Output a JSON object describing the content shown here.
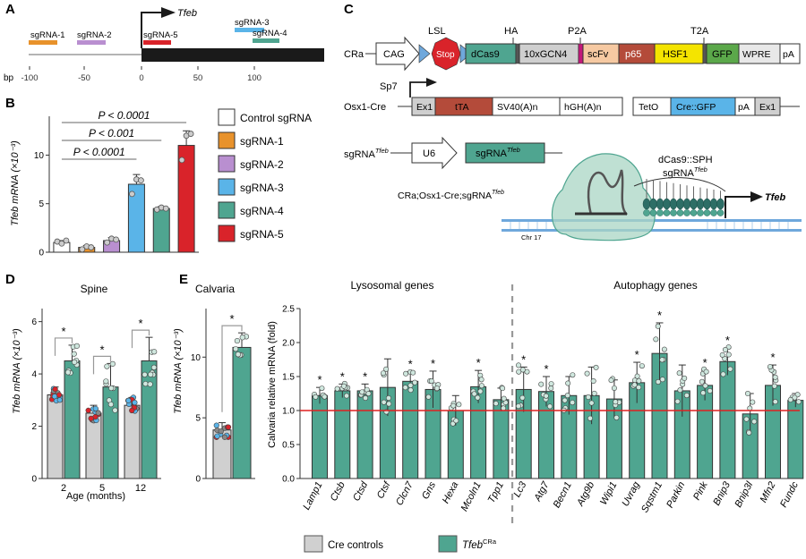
{
  "panels": {
    "A": {
      "letter": "A"
    },
    "B": {
      "letter": "B"
    },
    "C": {
      "letter": "C"
    },
    "D": {
      "letter": "D"
    },
    "E": {
      "letter": "E"
    }
  },
  "panelA": {
    "tss_label": "Tfeb",
    "bp_label": "bp",
    "ticks": [
      "-100",
      "-50",
      "0",
      "50",
      "100"
    ],
    "guides": [
      {
        "label": "sgRNA-1",
        "color": "#E8922B"
      },
      {
        "label": "sgRNA-2",
        "color": "#B98FD0"
      },
      {
        "label": "sgRNA-5",
        "color": "#D9232A"
      },
      {
        "label": "sgRNA-3",
        "color": "#5AB4E8"
      },
      {
        "label": "sgRNA-4",
        "color": "#4FA590"
      }
    ]
  },
  "panelB": {
    "legend": [
      {
        "label": "Control sgRNA",
        "color": "#FFFFFF"
      },
      {
        "label": "sgRNA-1",
        "color": "#E8922B"
      },
      {
        "label": "sgRNA-2",
        "color": "#B98FD0"
      },
      {
        "label": "sgRNA-3",
        "color": "#5AB4E8"
      },
      {
        "label": "sgRNA-4",
        "color": "#4FA590"
      },
      {
        "label": "sgRNA-5",
        "color": "#D9232A"
      }
    ],
    "pvals": [
      "P < 0.0001",
      "P < 0.001",
      "P < 0.0001"
    ]
  },
  "panelC": {
    "cra": {
      "name": "CRa",
      "labels_above": [
        "LSL",
        "HA",
        "P2A",
        "T2A"
      ],
      "boxes": [
        "CAG",
        "Stop",
        "dCas9",
        "10xGCN4",
        "scFv",
        "p65",
        "HSF1",
        "GFP",
        "WPRE",
        "pA"
      ]
    },
    "osx": {
      "name": "Osx1-Cre",
      "promoter": "Sp7",
      "boxes": [
        "Ex1",
        "tTA",
        "SV40(A)n",
        "hGH(A)n",
        "TetO",
        "Cre::GFP",
        "pA",
        "Ex1"
      ]
    },
    "sg": {
      "name": "sgRNA",
      "sup": "Tfeb",
      "boxes": [
        "U6",
        "sgRNA"
      ],
      "box_sup": "Tfeb"
    },
    "complex": {
      "cross": "CRa;Osx1-Cre;sgRNA",
      "cross_sup": "Tfeb",
      "dcas_label": "dCas9::SPH",
      "sg_label": "sgRNA",
      "sg_sup": "Tfeb",
      "gene": "Tfeb",
      "chr": "Chr 17"
    }
  },
  "panelD": {
    "title": "Spine",
    "xlabel": "Age (months)"
  },
  "panelE": {
    "title": "Calvaria",
    "lyso_title": "Lysosomal genes",
    "auto_title": "Autophagy genes"
  },
  "legend_bottom": [
    {
      "label": "Cre controls",
      "color": "#D0D0D0"
    },
    {
      "label": "Tfeb",
      "sup": "CRa",
      "color": "#4FA590"
    }
  ],
  "chart_data": [
    {
      "id": "B",
      "type": "bar",
      "categories": [
        "Control sgRNA",
        "sgRNA-1",
        "sgRNA-2",
        "sgRNA-3",
        "sgRNA-4",
        "sgRNA-5"
      ],
      "values": [
        1.0,
        0.5,
        1.2,
        7.0,
        4.5,
        11.0
      ],
      "errors": [
        0.2,
        0.2,
        0.3,
        1.0,
        0.2,
        1.5
      ],
      "colors": [
        "#FFFFFF",
        "#E8922B",
        "#B98FD0",
        "#5AB4E8",
        "#4FA590",
        "#D9232A"
      ],
      "points": [
        [
          1.1,
          0.9,
          1.2
        ],
        [
          0.3,
          0.6,
          0.5
        ],
        [
          1.0,
          1.4,
          1.3
        ],
        [
          6.0,
          7.5,
          7.4
        ],
        [
          4.4,
          4.6,
          4.5
        ],
        [
          9.5,
          12.0,
          12.2
        ]
      ],
      "ylabel": "Tfeb mRNA (×10⁻³)",
      "ylim": [
        0,
        14
      ],
      "yticks": [
        0,
        5,
        10
      ],
      "brackets": [
        {
          "from": 0,
          "to": 3,
          "label": "P < 0.0001"
        },
        {
          "from": 0,
          "to": 4,
          "label": "P < 0.001"
        },
        {
          "from": 0,
          "to": 5,
          "label": "P < 0.0001"
        }
      ]
    },
    {
      "id": "D",
      "type": "bar",
      "title": "Spine",
      "categories": [
        "2",
        "5",
        "12"
      ],
      "series": [
        {
          "name": "Cre controls",
          "values": [
            3.2,
            2.5,
            2.8
          ],
          "errors": [
            0.3,
            0.3,
            0.3
          ]
        },
        {
          "name": "TfebCRa",
          "values": [
            4.5,
            3.5,
            4.5
          ],
          "errors": [
            0.6,
            0.9,
            0.9
          ]
        }
      ],
      "xlabel": "Age (months)",
      "ylabel": "Tfeb mRNA (×10⁻³)",
      "ylim": [
        0,
        6.5
      ],
      "yticks": [
        0,
        2,
        4,
        6
      ],
      "significant": [
        "*",
        "*",
        "*"
      ]
    },
    {
      "id": "E-left",
      "type": "bar",
      "title": "Calvaria",
      "categories": [
        "Cre controls",
        "TfebCRa"
      ],
      "values": [
        4.0,
        10.8
      ],
      "errors": [
        0.6,
        1.2
      ],
      "ylabel": "Tfeb mRNA (×10⁻³)",
      "ylim": [
        0,
        14
      ],
      "yticks": [
        0,
        5,
        10
      ],
      "significant": [
        "*"
      ]
    },
    {
      "id": "E-right",
      "type": "bar",
      "categories": [
        "Lamp1",
        "Ctsb",
        "Ctsd",
        "Ctsf",
        "Clcn7",
        "Gns",
        "Hexa",
        "Mcoln1",
        "Tpp1",
        "Lc3",
        "Atg7",
        "Becn1",
        "Atg9b",
        "Wipi1",
        "Uvrag",
        "Sqstm1",
        "Parkin",
        "Pink",
        "Bnip3",
        "Bnip3l",
        "Mfn2",
        "Fundc"
      ],
      "groups": [
        {
          "title": "Lysosomal genes",
          "from": 0,
          "to": 8
        },
        {
          "title": "Autophagy genes",
          "from": 9,
          "to": 21
        }
      ],
      "values": [
        1.22,
        1.29,
        1.29,
        1.34,
        1.43,
        1.31,
        1.0,
        1.35,
        1.16,
        1.31,
        1.28,
        1.22,
        1.22,
        1.17,
        1.41,
        1.84,
        1.29,
        1.37,
        1.72,
        0.95,
        1.37,
        1.15
      ],
      "errors": [
        0.12,
        0.1,
        0.1,
        0.42,
        0.14,
        0.27,
        0.22,
        0.24,
        0.17,
        0.33,
        0.22,
        0.28,
        0.42,
        0.28,
        0.3,
        0.45,
        0.38,
        0.22,
        0.2,
        0.3,
        0.3,
        0.1
      ],
      "significant": [
        true,
        true,
        true,
        false,
        true,
        true,
        false,
        true,
        false,
        true,
        true,
        false,
        false,
        false,
        true,
        true,
        false,
        true,
        true,
        false,
        true,
        false
      ],
      "ylabel": "Calvaria relative mRNA (fold)",
      "ylim": [
        0,
        2.5
      ],
      "yticks": [
        0,
        0.5,
        1.0,
        1.5,
        2.0,
        2.5
      ],
      "reference_line": 1.0
    }
  ]
}
